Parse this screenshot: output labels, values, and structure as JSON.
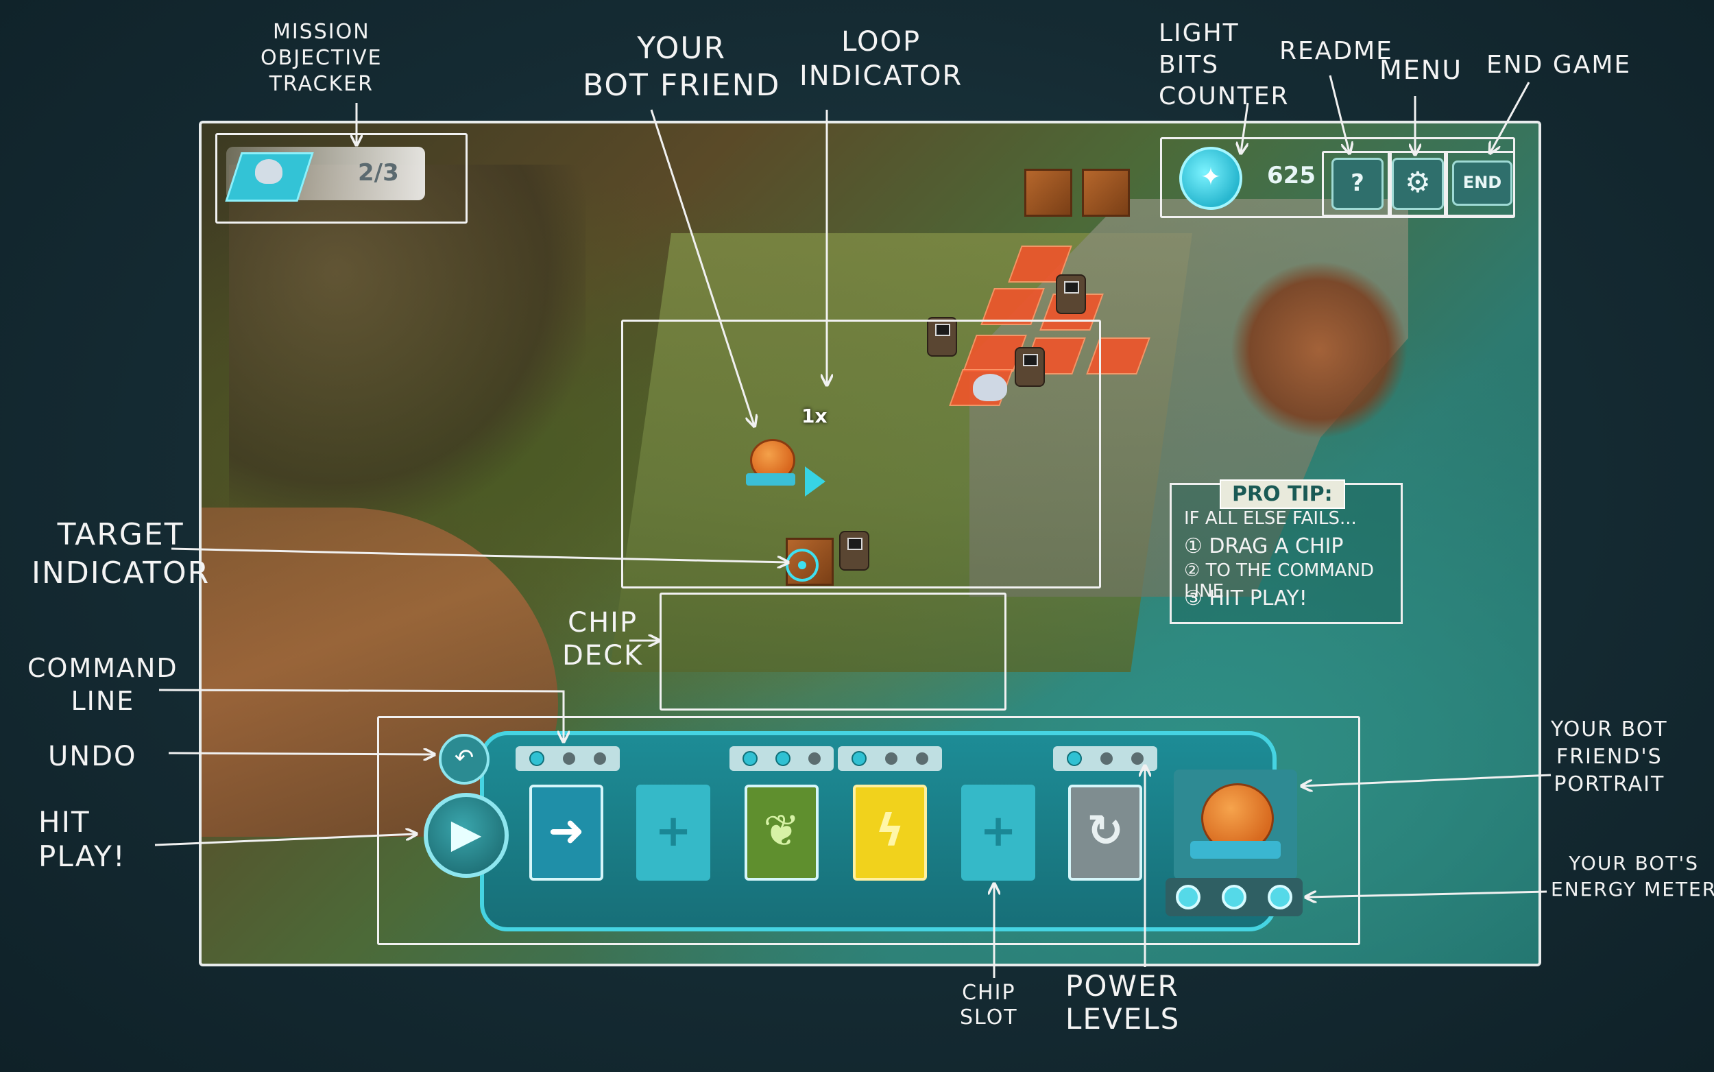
{
  "hud": {
    "mission_count": "2/3",
    "light_bits": "625",
    "readme_glyph": "?",
    "end_label": "END"
  },
  "game": {
    "loop_text": "1x"
  },
  "annotations": {
    "mission_tracker": [
      "MISSION",
      "OBJECTIVE",
      "TRACKER"
    ],
    "bot_friend": [
      "YOUR",
      "BOT FRIEND"
    ],
    "loop_indicator": [
      "LOOP",
      "INDICATOR"
    ],
    "light_bits_counter": [
      "LIGHT",
      "BITS",
      "COUNTER"
    ],
    "readme": "README",
    "menu": "MENU",
    "end_game": "END GAME",
    "target_indicator": [
      "TARGET",
      "INDICATOR"
    ],
    "chip_deck": [
      "CHIP",
      "DECK"
    ],
    "command_line": [
      "COMMAND",
      "LINE"
    ],
    "undo": "UNDO",
    "hit_play": [
      "HIT",
      "PLAY!"
    ],
    "portrait": [
      "YOUR BOT",
      "FRIEND'S",
      "PORTRAIT"
    ],
    "energy_meter": [
      "YOUR BOT'S",
      "ENERGY METER"
    ],
    "chip_slot": [
      "CHIP",
      "SLOT"
    ],
    "power_levels": [
      "POWER",
      "LEVELS"
    ]
  },
  "protip": {
    "title": "PRO TIP:",
    "line1": "IF ALL ELSE FAILS...",
    "line2": "① DRAG A CHIP",
    "line3": "② TO THE COMMAND LINE",
    "line4": "③ HIT PLAY!"
  },
  "colors": {
    "accent": "#46d4e2",
    "annotation": "#f1f1f1",
    "background": "#17313a"
  },
  "icons": {
    "light_bits": "sparkle-icon",
    "readme": "book-question-icon",
    "menu": "gear-icon",
    "play": "play-icon",
    "undo": "undo-icon"
  }
}
